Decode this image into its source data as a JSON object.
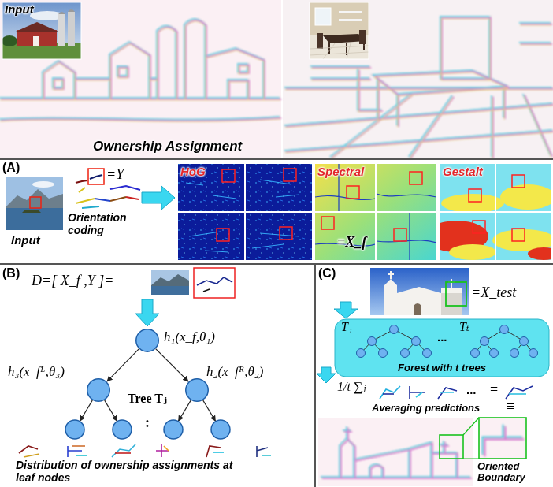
{
  "diagram": {
    "nodes": [
      {
        "text": [
          "h₁(x_f,θ₁)"
        ]
      },
      {
        "text": [
          "h₃(x_fᴸ,θ₃)"
        ]
      },
      {
        "text": [
          "h₂(x_fᴿ,θ₂)"
        ]
      },
      {
        "text": [
          "T₁",
          "Tₜ",
          "...",
          "Forest with t trees"
        ]
      }
    ],
    "edges": [
      {
        "from": 0,
        "to": 1,
        "arrow": "to"
      },
      {
        "from": 0,
        "to": 2,
        "arrow": "to"
      }
    ],
    "labels": [
      "Input",
      "Ownership Assignment",
      "(A)",
      "Input",
      "Orientation coding",
      "=Y",
      "HoG",
      "Spectral",
      "Gestalt",
      "=X_f",
      "(B)",
      "D=[ X_f ,Y ]=",
      "Tree Tⱼ",
      ":",
      "Distribution of ownership assignments at leaf nodes",
      "(C)",
      "=X_test",
      "1/t ∑ⱼ",
      "...",
      "=",
      "Averaging predictions",
      "≡",
      "Oriented Boundary"
    ]
  }
}
